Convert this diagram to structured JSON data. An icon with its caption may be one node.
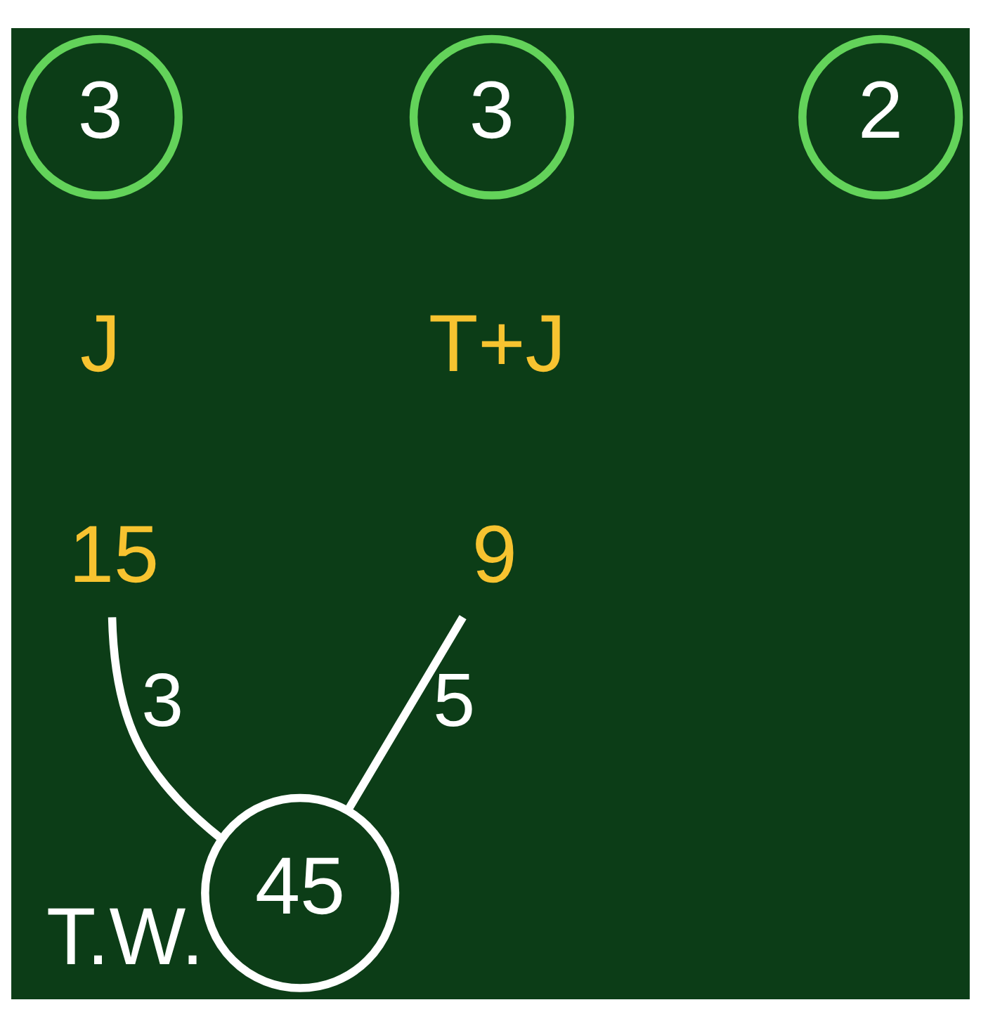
{
  "diagram": {
    "nodes": [
      {
        "text": [
          "9"
        ]
      },
      {
        "text": [
          "15"
        ]
      },
      {
        "text": [
          "45"
        ],
        "beside": [
          "T.W."
        ]
      },
      {
        "text": [
          "3"
        ]
      },
      {
        "text": [
          "2"
        ]
      },
      {
        "text": [
          "3"
        ]
      }
    ],
    "edges": [
      {
        "from": 0,
        "to": 2,
        "arrow": "none",
        "label": "5"
      },
      {
        "from": 1,
        "to": 2,
        "arrow": "none",
        "label": "3"
      }
    ],
    "labels": [
      "T+J",
      "J"
    ]
  }
}
